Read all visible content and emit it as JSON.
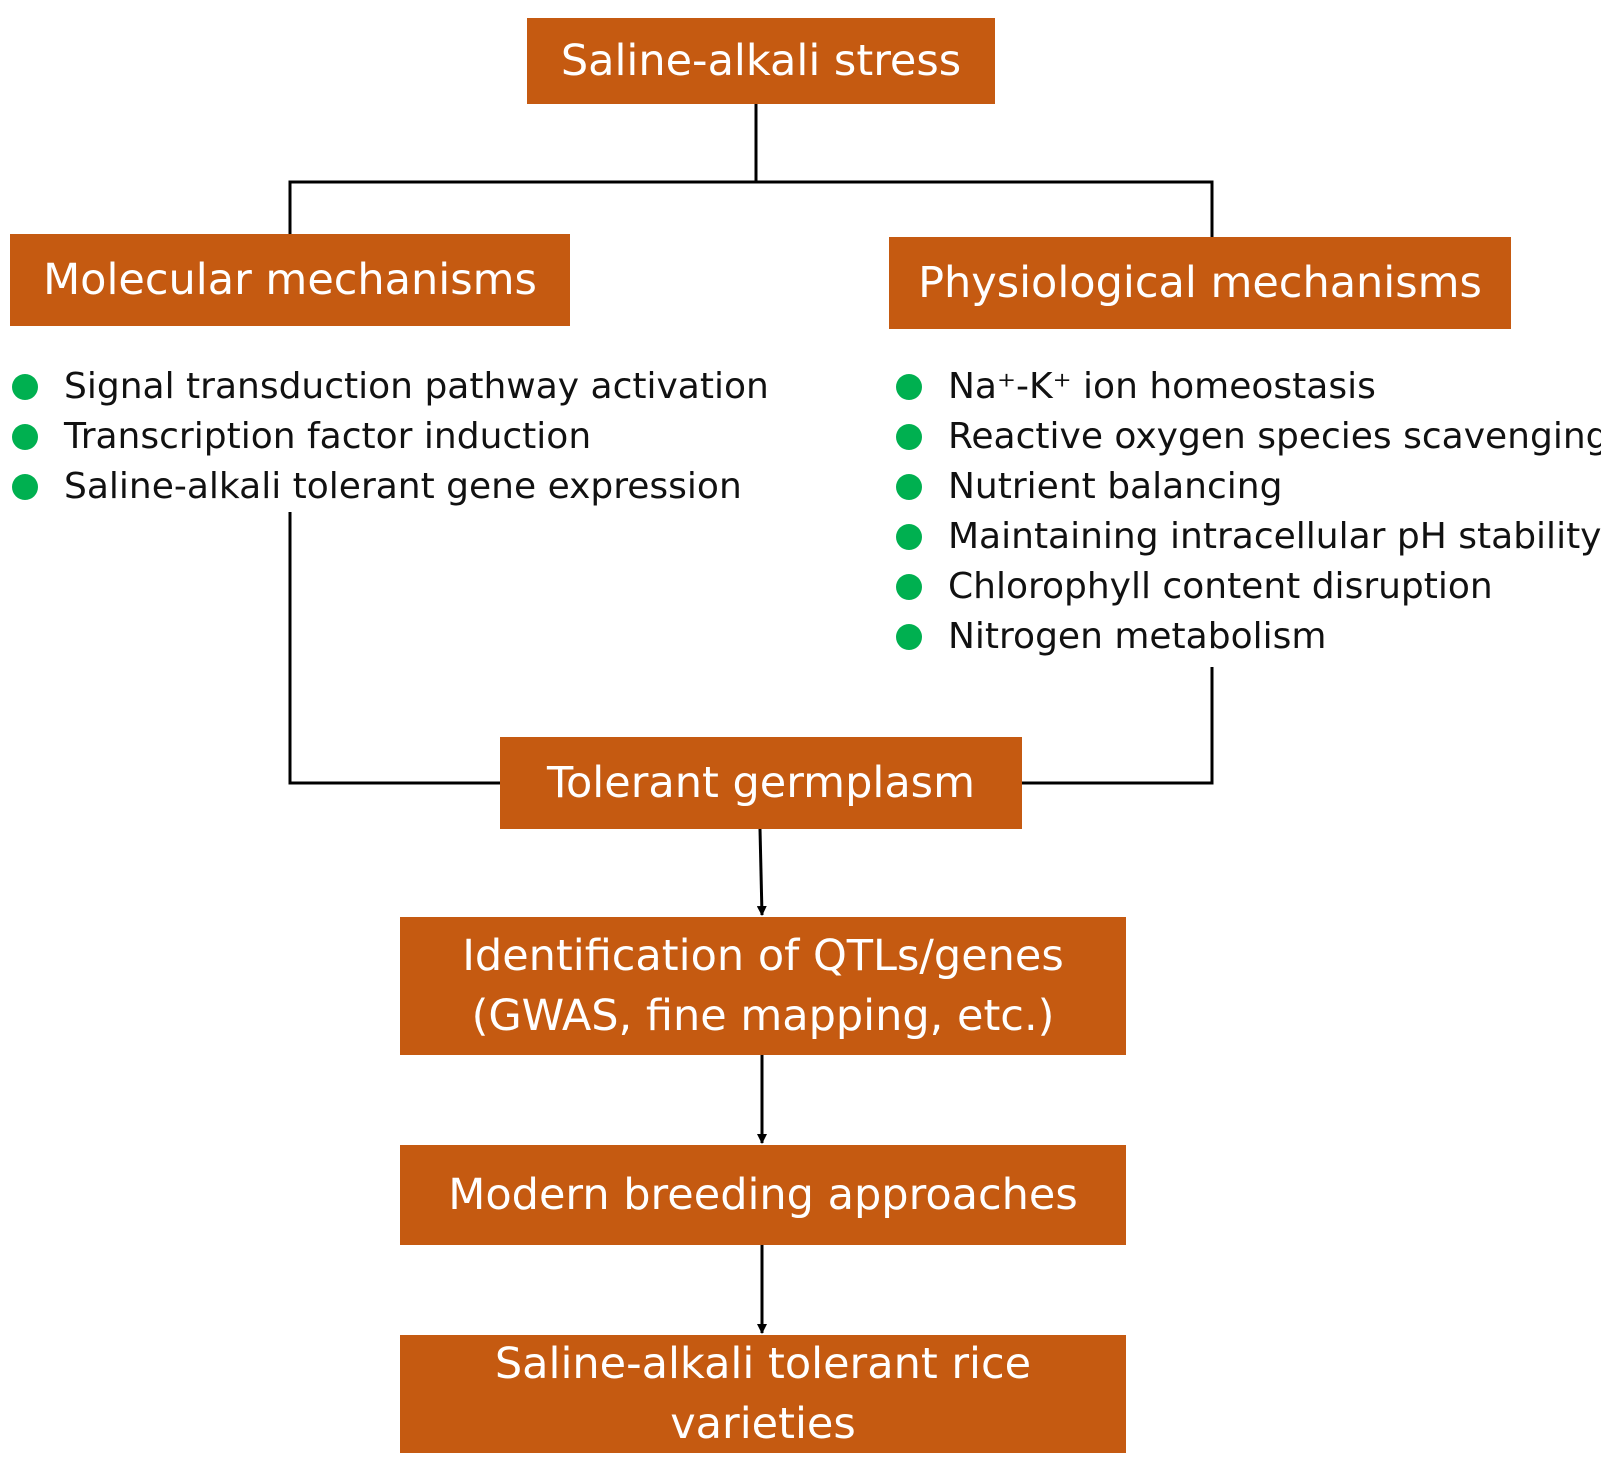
{
  "colors": {
    "box_fill": "#C55A11",
    "box_text": "#FFFFFF",
    "bullet": "#00B050",
    "connector": "#000000",
    "list_text": "#111111"
  },
  "nodes": {
    "stress": {
      "lines": [
        "Saline-alkali stress"
      ]
    },
    "molecular": {
      "lines": [
        "Molecular mechanisms"
      ]
    },
    "physiological": {
      "lines": [
        "Physiological mechanisms"
      ]
    },
    "germplasm": {
      "lines": [
        "Tolerant germplasm"
      ]
    },
    "qtl": {
      "lines": [
        "Identification of QTLs/genes",
        "(GWAS, fine mapping, etc.)"
      ]
    },
    "breeding": {
      "lines": [
        "Modern breeding approaches"
      ]
    },
    "rice": {
      "lines": [
        "Saline-alkali tolerant rice",
        "varieties"
      ]
    }
  },
  "molecular_items": [
    "Signal transduction pathway activation",
    "Transcription factor induction",
    "Saline-alkali tolerant gene expression"
  ],
  "physiological_items": [
    "Na⁺-K⁺ ion homeostasis",
    "Reactive oxygen species scavenging",
    "Nutrient balancing",
    "Maintaining intracellular pH stability",
    "Chlorophyll content disruption",
    "Nitrogen metabolism"
  ],
  "edges": [
    {
      "from": "stress",
      "to": "molecular",
      "arrow": false
    },
    {
      "from": "stress",
      "to": "physiological",
      "arrow": false
    },
    {
      "from": "molecular",
      "to": "germplasm",
      "arrow": false
    },
    {
      "from": "physiological",
      "to": "germplasm",
      "arrow": false
    },
    {
      "from": "germplasm",
      "to": "qtl",
      "arrow": true
    },
    {
      "from": "qtl",
      "to": "breeding",
      "arrow": true
    },
    {
      "from": "breeding",
      "to": "rice",
      "arrow": true
    }
  ]
}
